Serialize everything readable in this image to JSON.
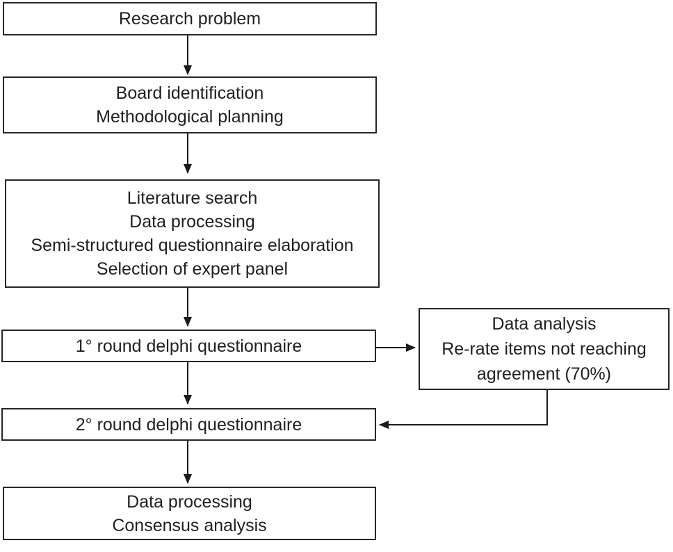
{
  "diagram": {
    "type": "flowchart",
    "colors": {
      "background": "#ffffff",
      "box_border": "#262626",
      "text": "#1f1f1f",
      "arrow": "#1a1a1a"
    },
    "nodes": {
      "research_problem": {
        "lines": [
          "Research problem"
        ]
      },
      "board_planning": {
        "lines": [
          "Board identification",
          "Methodological planning"
        ]
      },
      "preparation": {
        "lines": [
          "Literature search",
          "Data processing",
          "Semi-structured questionnaire elaboration",
          "Selection of expert panel"
        ]
      },
      "round1": {
        "lines": [
          "1° round delphi questionnaire"
        ]
      },
      "data_analysis": {
        "lines": [
          "Data analysis",
          "Re-rate items not reaching",
          "agreement (70%)"
        ]
      },
      "round2": {
        "lines": [
          "2° round delphi questionnaire"
        ]
      },
      "consensus": {
        "lines": [
          "Data processing",
          "Consensus analysis"
        ]
      }
    },
    "edges": [
      {
        "from": "research_problem",
        "to": "board_planning"
      },
      {
        "from": "board_planning",
        "to": "preparation"
      },
      {
        "from": "preparation",
        "to": "round1"
      },
      {
        "from": "round1",
        "to": "data_analysis"
      },
      {
        "from": "round1",
        "to": "round2"
      },
      {
        "from": "data_analysis",
        "to": "round2"
      },
      {
        "from": "round2",
        "to": "consensus"
      }
    ]
  }
}
